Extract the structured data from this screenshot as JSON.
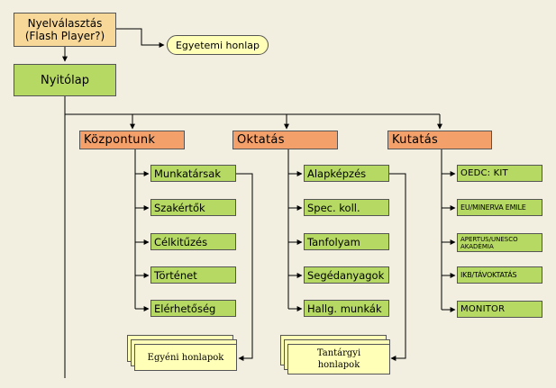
{
  "nodes": {
    "language": "Nyelválasztás\n(Flash Player?)",
    "university": "Egyetemi honlap",
    "home": "Nyitólap",
    "sections": [
      {
        "label": "Központunk",
        "items": [
          "Munkatársak",
          "Szakértők",
          "Célkitűzés",
          "Történet",
          "Elérhetőség"
        ],
        "pages": "Egyéni honlapok"
      },
      {
        "label": "Oktatás",
        "items": [
          "Alapképzés",
          "Spec. koll.",
          "Tanfolyam",
          "Segédanyagok",
          "Hallg. munkák"
        ],
        "pages": "Tantárgyi\nhonlapok"
      },
      {
        "label": "Kutatás",
        "items": [
          "OEDC: KIT",
          "EU/MINERVA EMILE",
          "APERTUS/UNESCO AKADÉMIA",
          "IKB/TÁVOKTATÁS",
          "MONITOR"
        ]
      }
    ]
  },
  "colors": {
    "background": "#f2efe1",
    "language_box": "#f8d898",
    "home_box": "#b5d963",
    "section_box": "#f4a06a",
    "item_box": "#b5d963",
    "pages_box": "#ffffb8",
    "university_oval": "#ffffb8",
    "line": "#000000"
  }
}
